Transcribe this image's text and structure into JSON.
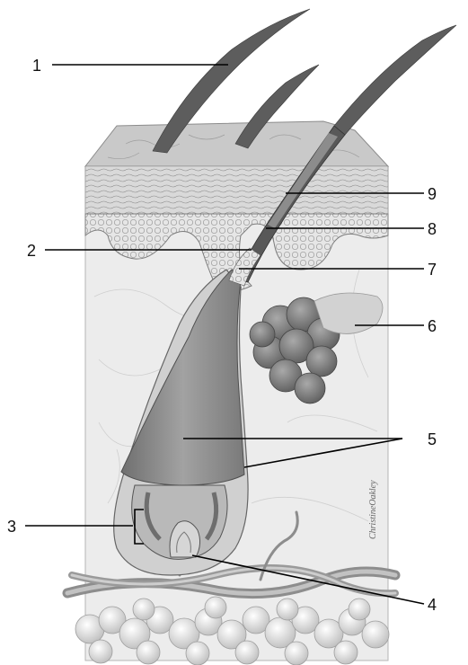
{
  "figure": {
    "type": "hair follicle anatomy illustration",
    "labels": [
      {
        "id": "label-1",
        "text": "1"
      },
      {
        "id": "label-2",
        "text": "2"
      },
      {
        "id": "label-3",
        "text": "3"
      },
      {
        "id": "label-4",
        "text": "4"
      },
      {
        "id": "label-5",
        "text": "5"
      },
      {
        "id": "label-6",
        "text": "6"
      },
      {
        "id": "label-7",
        "text": "7"
      },
      {
        "id": "label-8",
        "text": "8"
      },
      {
        "id": "label-9",
        "text": "9"
      }
    ],
    "signature": "ChristineOakley"
  },
  "colors": {
    "background": "#ffffff",
    "epidermis": "#d8d8d8",
    "dermis": "#ebebeb",
    "follicle": "#8f8f8f",
    "hair": "#6a6a6a",
    "gland": "#7d7d7d",
    "vessel": "#a8a8a8",
    "fat": "#e2e2e2",
    "leader": "#000000"
  }
}
